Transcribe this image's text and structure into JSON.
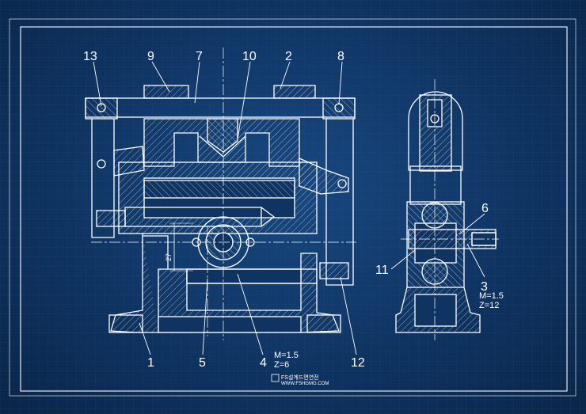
{
  "part_labels": {
    "p13": "13",
    "p9": "9",
    "p7": "7",
    "p10": "10",
    "p2": "2",
    "p8": "8",
    "p1": "1",
    "p5": "5",
    "p4": "4",
    "p12": "12",
    "p6": "6",
    "p11": "11",
    "p3": "3"
  },
  "gear_notes": {
    "gear4_module": "M=1.5",
    "gear4_teeth": "Z=6",
    "gear3_module": "M=1.5",
    "gear3_teeth": "Z=12"
  },
  "dimension": "27",
  "watermark": {
    "brand": "FS설계드면연전",
    "url": "WWW.FSHGMG.COM"
  },
  "colors": {
    "background": "#0f3462",
    "line": "#ffffff",
    "grid": "#2a5a92"
  }
}
